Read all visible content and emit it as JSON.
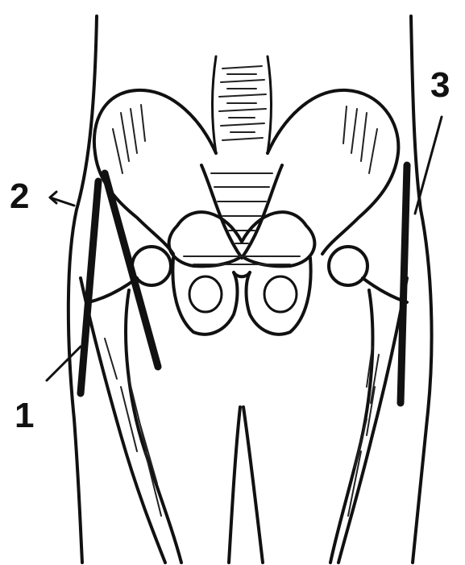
{
  "labels": {
    "one": "1",
    "two": "2",
    "three": "3"
  },
  "colors": {
    "ink": "#111111",
    "background": "#ffffff"
  }
}
